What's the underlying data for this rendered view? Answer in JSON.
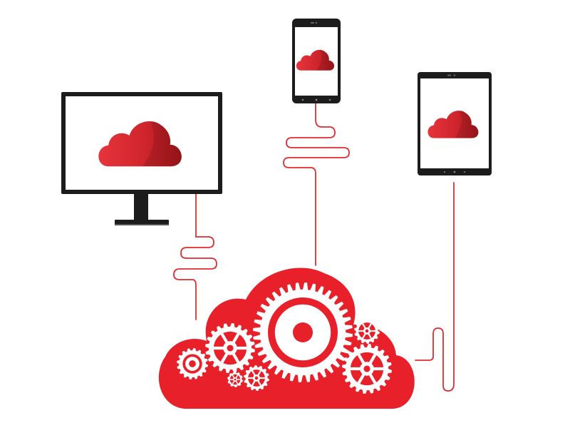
{
  "illustration": {
    "devices": [
      {
        "kind": "desktop-monitor",
        "icon": "cloud-icon"
      },
      {
        "kind": "smartphone",
        "icon": "cloud-icon"
      },
      {
        "kind": "tablet",
        "icon": "cloud-icon"
      }
    ],
    "hub": {
      "icon": "cloud-gears-icon",
      "gear_icon": "gear-icon"
    }
  },
  "colors": {
    "background": "#ffffff",
    "accent_red": "#e8202a",
    "accent_red_dark": "#c7171f",
    "screen_cloud_light": "#e7343b",
    "screen_cloud_dark": "#a9161b",
    "device_frame": "#1c1c1c",
    "gear_white": "#ffffff",
    "cable_red": "#e02b30"
  }
}
